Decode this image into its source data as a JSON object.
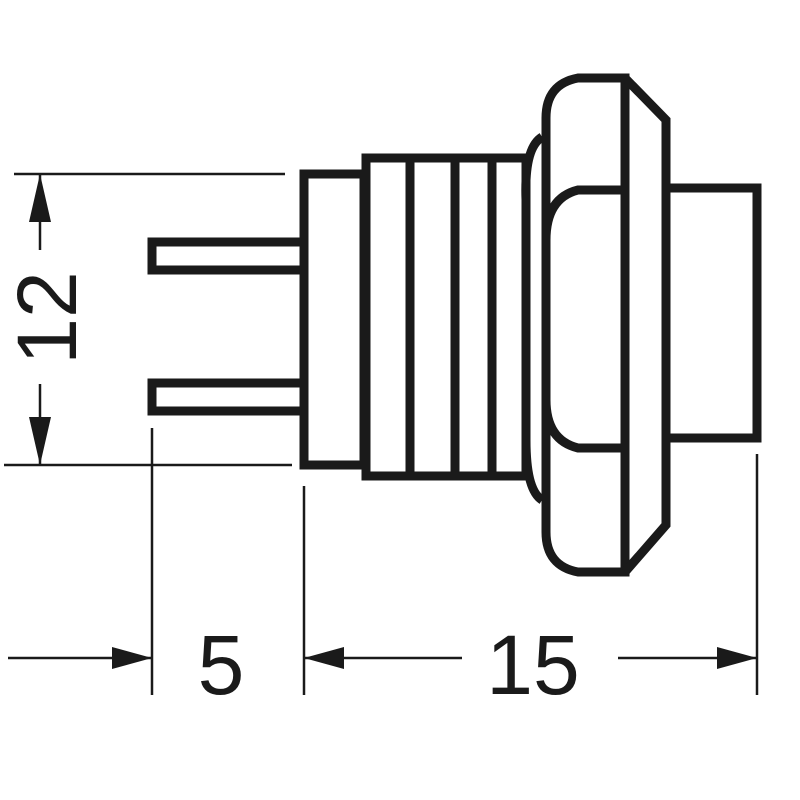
{
  "drawing": {
    "stroke_color": "#1a1a1a",
    "background": "#ffffff",
    "dimensions": {
      "height": "12",
      "pin_length": "5",
      "body_length": "15"
    }
  }
}
